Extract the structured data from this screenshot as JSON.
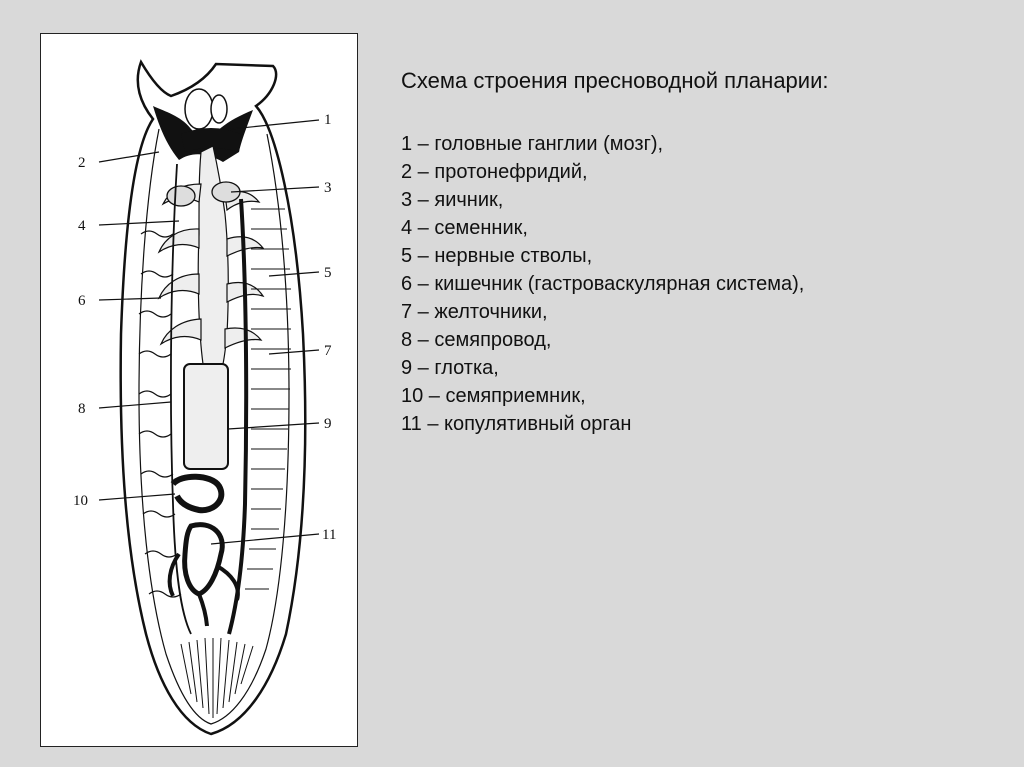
{
  "slide": {
    "title": "Схема строения пресноводной планарии:",
    "legend": [
      {
        "n": "1",
        "text": "1 – головные ганглии (мозг),"
      },
      {
        "n": "2",
        "text": "2 – протонефридий,"
      },
      {
        "n": "3",
        "text": "3 – яичник,"
      },
      {
        "n": "4",
        "text": "4 – семенник,"
      },
      {
        "n": "5",
        "text": "5 – нервные стволы,"
      },
      {
        "n": "6",
        "text": "6 – кишечник (гастроваскулярная система),"
      },
      {
        "n": "7",
        "text": "7 – желточники,"
      },
      {
        "n": "8",
        "text": "8 – семяпровод,"
      },
      {
        "n": "9",
        "text": "9 – глотка,"
      },
      {
        "n": "10",
        "text": "10 – семяприемник,"
      },
      {
        "n": "11",
        "text": "11 – копулятивный орган"
      }
    ]
  },
  "figure": {
    "callout_numbers": [
      "1",
      "2",
      "3",
      "4",
      "5",
      "6",
      "7",
      "8",
      "9",
      "10",
      "11"
    ]
  }
}
